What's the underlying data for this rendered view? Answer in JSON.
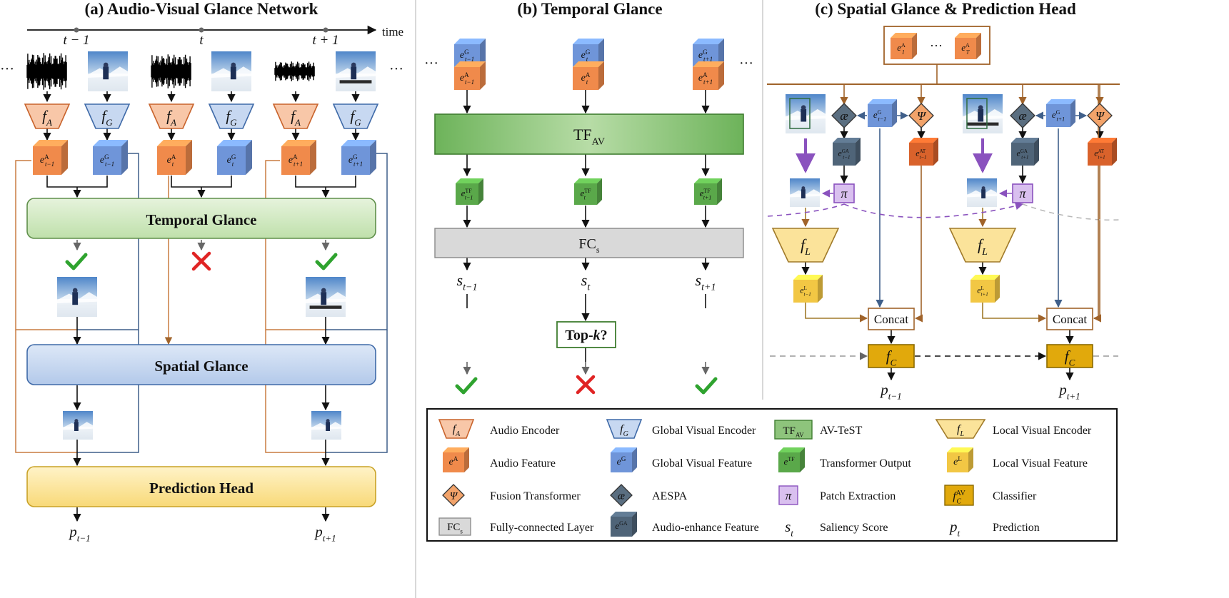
{
  "panels": {
    "a_title": "(a) Audio-Visual Glance Network",
    "b_title": "(b) Temporal Glance",
    "c_title": "(c) Spatial Glance & Prediction Head"
  },
  "timeline": {
    "label": "time",
    "ticks": [
      "t − 1",
      "t",
      "t + 1"
    ],
    "ellipsis": "···"
  },
  "panel_a": {
    "encoders": [
      {
        "base": "f",
        "sub": "A"
      },
      {
        "base": "f",
        "sub": "G"
      },
      {
        "base": "f",
        "sub": "A"
      },
      {
        "base": "f",
        "sub": "G"
      },
      {
        "base": "f",
        "sub": "A"
      },
      {
        "base": "f",
        "sub": "G"
      }
    ],
    "features": [
      {
        "base": "e",
        "sup": "A",
        "sub": "t−1"
      },
      {
        "base": "e",
        "sup": "G",
        "sub": "t−1"
      },
      {
        "base": "e",
        "sup": "A",
        "sub": "t"
      },
      {
        "base": "e",
        "sup": "G",
        "sub": "t"
      },
      {
        "base": "e",
        "sup": "A",
        "sub": "t+1"
      },
      {
        "base": "e",
        "sup": "G",
        "sub": "t+1"
      }
    ],
    "temporal_glance": "Temporal Glance",
    "spatial_glance": "Spatial Glance",
    "prediction_head": "Prediction Head",
    "outputs": [
      {
        "base": "p",
        "sub": "t−1"
      },
      {
        "base": "p",
        "sub": "t+1"
      }
    ]
  },
  "panel_b": {
    "stack_top": [
      {
        "base": "e",
        "sup": "G",
        "sub": "t−1"
      },
      {
        "base": "e",
        "sup": "G",
        "sub": "t"
      },
      {
        "base": "e",
        "sup": "G",
        "sub": "t+1"
      }
    ],
    "stack_bottom": [
      {
        "base": "e",
        "sup": "A",
        "sub": "t−1"
      },
      {
        "base": "e",
        "sup": "A",
        "sub": "t"
      },
      {
        "base": "e",
        "sup": "A",
        "sub": "t+1"
      }
    ],
    "tf_base": "TF",
    "tf_sub": "AV",
    "tf_outputs": [
      {
        "base": "e",
        "sup": "TF",
        "sub": "t−1"
      },
      {
        "base": "e",
        "sup": "TF",
        "sub": "t"
      },
      {
        "base": "e",
        "sup": "TF",
        "sub": "t+1"
      }
    ],
    "fc_base": "FC",
    "fc_sub": "s",
    "scores": [
      {
        "base": "s",
        "sub": "t−1"
      },
      {
        "base": "s",
        "sub": "t"
      },
      {
        "base": "s",
        "sub": "t+1"
      }
    ],
    "topk_prefix": "Top-",
    "topk_k": "k",
    "topk_suffix": "?"
  },
  "panel_c": {
    "audio_stack": [
      {
        "base": "e",
        "sup": "A",
        "sub": "1"
      },
      {
        "base": "e",
        "sup": "A",
        "sub": "T"
      }
    ],
    "aespa_symbol": "æ",
    "psi_symbol": "Ψ",
    "pi_symbol": "π",
    "global_feats": [
      {
        "base": "e",
        "sup": "G",
        "sub": "t−1"
      },
      {
        "base": "e",
        "sup": "G",
        "sub": "t+1"
      }
    ],
    "ga_feats": [
      {
        "base": "e",
        "sup": "GA",
        "sub": "t−1"
      },
      {
        "base": "e",
        "sup": "GA",
        "sub": "t+1"
      }
    ],
    "at_feats": [
      {
        "base": "e",
        "sup": "AT",
        "sub": "t−1"
      },
      {
        "base": "e",
        "sup": "AT",
        "sub": "t+1"
      }
    ],
    "local_encoder": {
      "base": "f",
      "sub": "L"
    },
    "local_feats": [
      {
        "base": "e",
        "sup": "L",
        "sub": "t−1"
      },
      {
        "base": "e",
        "sup": "L",
        "sub": "t+1"
      }
    ],
    "concat": "Concat",
    "classifier": {
      "base": "f",
      "sub": "C"
    },
    "outputs": [
      {
        "base": "p",
        "sub": "t−1"
      },
      {
        "base": "p",
        "sub": "t+1"
      }
    ]
  },
  "legend": [
    {
      "symbol": "f_A",
      "label": "Audio Encoder"
    },
    {
      "symbol": "f_G",
      "label": "Global Visual Encoder"
    },
    {
      "symbol": "TF_AV",
      "label": "AV-TeST"
    },
    {
      "symbol": "f_L",
      "label": "Local Visual Encoder"
    },
    {
      "symbol": "e^A",
      "label": "Audio Feature"
    },
    {
      "symbol": "e^G",
      "label": "Global Visual Feature"
    },
    {
      "symbol": "e^TF",
      "label": "Transformer Output"
    },
    {
      "symbol": "e^L",
      "label": "Local Visual Feature"
    },
    {
      "symbol": "Ψ",
      "label": "Fusion Transformer"
    },
    {
      "symbol": "æ",
      "label": "AESPA"
    },
    {
      "symbol": "π",
      "label": "Patch Extraction"
    },
    {
      "symbol": "f_C^AV",
      "label": "Classifier"
    },
    {
      "symbol": "FC_s",
      "label": "Fully-connected Layer"
    },
    {
      "symbol": "e^GA",
      "label": "Audio-enhance Feature"
    },
    {
      "symbol": "s_t",
      "label": "Saliency Score"
    },
    {
      "symbol": "p_t",
      "label": "Prediction"
    }
  ],
  "colors": {
    "audio_orange": "#f08a4b",
    "global_blue": "#6f95d9",
    "tf_green": "#5aa84a",
    "local_yellow": "#f2c744",
    "classifier_gold": "#d9a20f",
    "at_orange": "#d9622b",
    "ga_slate": "#4f6478",
    "pi_purple": "#9a63c8",
    "temporal_box": "#cfe6bf",
    "spatial_box": "#c4d4ee",
    "prediction_box": "#fbe49a",
    "brown_line": "#a0632a",
    "blue_line": "#3f5f8a",
    "check_green": "#2fa32f",
    "cross_red": "#e02424"
  }
}
